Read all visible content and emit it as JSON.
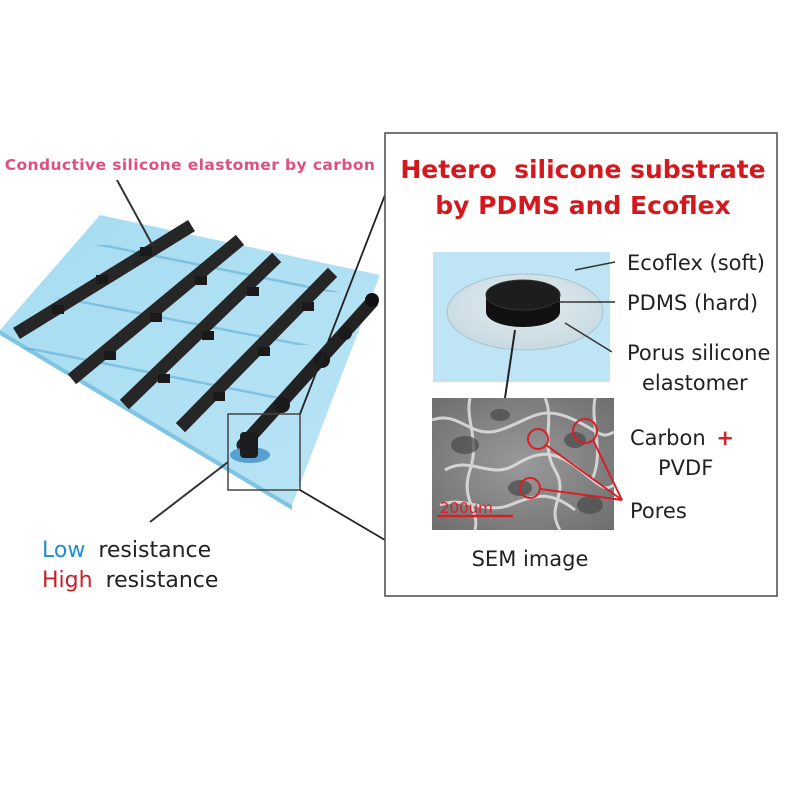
{
  "left": {
    "top_label": "Conductive silicone elastomer by carbon",
    "legend": {
      "low_word": "Low",
      "high_word": "High",
      "resistance": "resistance"
    }
  },
  "inset": {
    "title_line1": "Hetero  silicone substrate",
    "title_line2": "by PDMS and Ecoflex",
    "layers": {
      "ecoflex": "Ecoflex (soft)",
      "pdms": "PDMS (hard)",
      "porous_line1": "Porus silicone",
      "porous_line2": "elastomer"
    },
    "sem": {
      "scale_bar": "200um",
      "caption": "SEM image",
      "carbon": "Carbon",
      "plus": "+",
      "pvdf": "PVDF",
      "pores": "Pores"
    }
  },
  "colors": {
    "label_pink": "#e0507e",
    "title_red": "#d4191e",
    "low_blue": "#1f8ed0",
    "high_red": "#c81e2a",
    "substrate": "#9fd7ef",
    "electrode": "#262626"
  }
}
